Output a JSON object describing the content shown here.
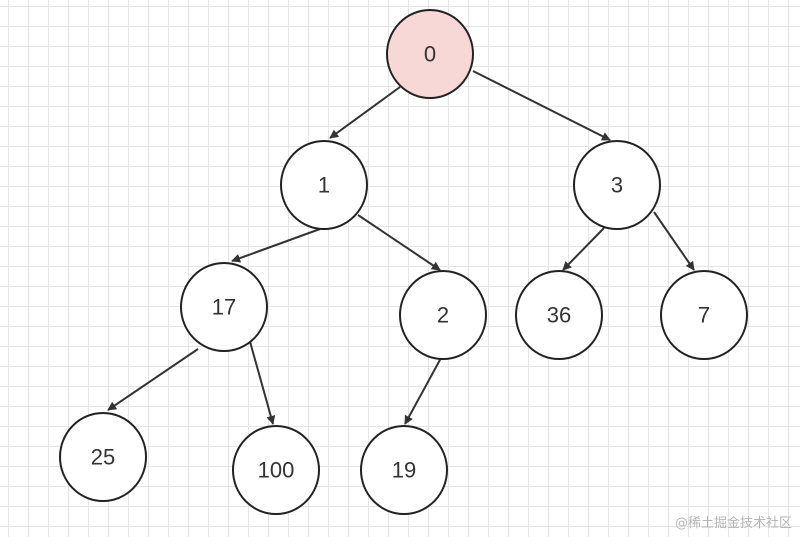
{
  "diagram": {
    "type": "binary-tree",
    "colors": {
      "node_fill": "#ffffff",
      "highlight_fill": "#f8d7d7",
      "stroke": "#222222",
      "edge": "#333333"
    },
    "nodes": [
      {
        "id": "n0",
        "label": "0",
        "highlight": true
      },
      {
        "id": "n1",
        "label": "1",
        "highlight": false
      },
      {
        "id": "n3",
        "label": "3",
        "highlight": false
      },
      {
        "id": "n17",
        "label": "17",
        "highlight": false
      },
      {
        "id": "n2",
        "label": "2",
        "highlight": false
      },
      {
        "id": "n36",
        "label": "36",
        "highlight": false
      },
      {
        "id": "n7",
        "label": "7",
        "highlight": false
      },
      {
        "id": "n25",
        "label": "25",
        "highlight": false
      },
      {
        "id": "n100",
        "label": "100",
        "highlight": false
      },
      {
        "id": "n19",
        "label": "19",
        "highlight": false
      }
    ],
    "edges": [
      {
        "from": "n0",
        "to": "n1"
      },
      {
        "from": "n0",
        "to": "n3"
      },
      {
        "from": "n1",
        "to": "n17"
      },
      {
        "from": "n1",
        "to": "n2"
      },
      {
        "from": "n3",
        "to": "n36"
      },
      {
        "from": "n3",
        "to": "n7"
      },
      {
        "from": "n17",
        "to": "n25"
      },
      {
        "from": "n17",
        "to": "n100"
      },
      {
        "from": "n2",
        "to": "n19"
      }
    ]
  },
  "watermark": "@稀土掘金技术社区"
}
